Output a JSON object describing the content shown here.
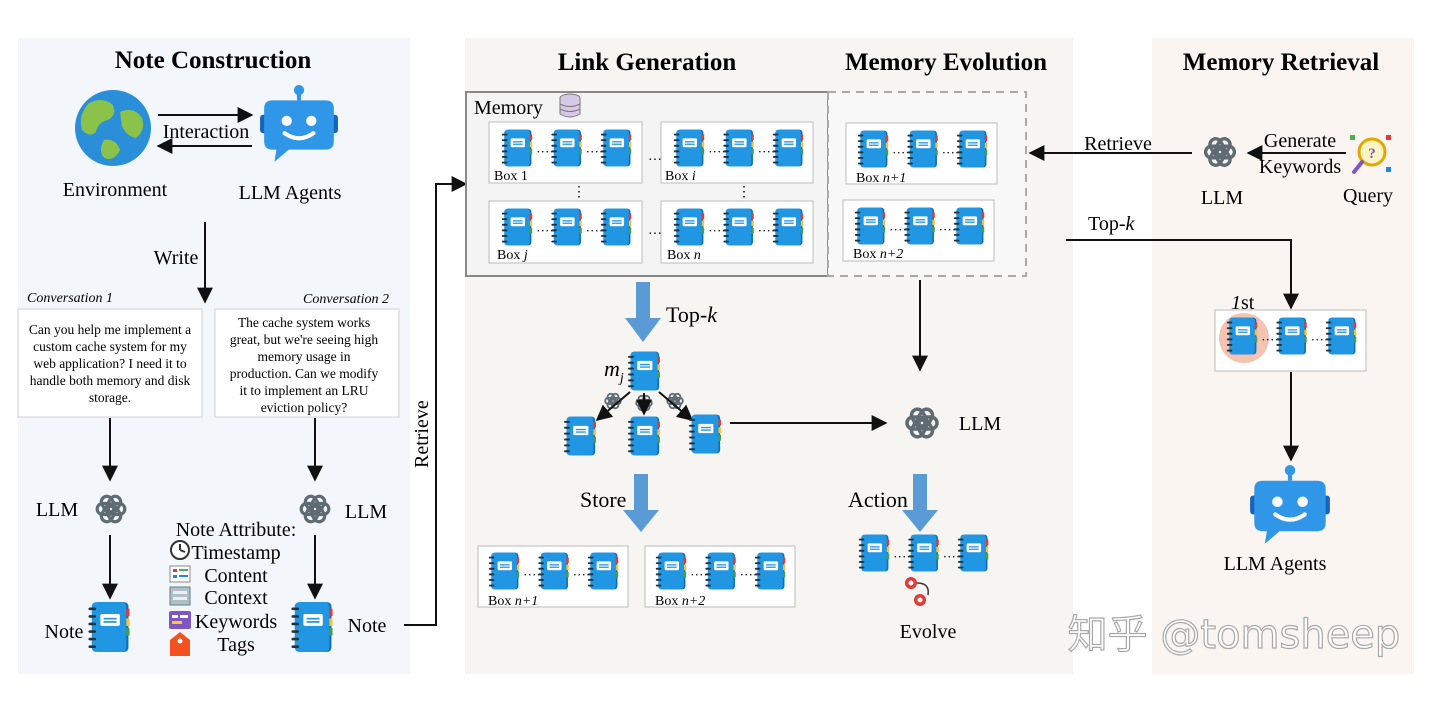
{
  "panels": {
    "note_construction": {
      "title": "Note Construction"
    },
    "link_generation": {
      "title": "Link Generation"
    },
    "memory_evolution": {
      "title": "Memory Evolution"
    },
    "memory_retrieval": {
      "title": "Memory Retrieval"
    }
  },
  "note_construction": {
    "interaction_label": "Interaction",
    "environment_label": "Environment",
    "agents_label": "LLM Agents",
    "write_label": "Write",
    "conversation_1": {
      "title": "Conversation 1",
      "lines": [
        "Can you help me implement a",
        "custom cache system for my",
        "web application? I need it to",
        "handle both memory and disk",
        "storage."
      ]
    },
    "conversation_2": {
      "title": "Conversation 2",
      "lines": [
        "The cache system works",
        "great, but we're seeing high",
        "memory usage in",
        "production. Can we modify",
        "it to implement an LRU",
        "eviction policy?"
      ]
    },
    "llm_left_label": "LLM",
    "llm_right_label": "LLM",
    "note_left_label": "Note",
    "note_right_label": "Note",
    "attributes": {
      "title": "Note Attribute:",
      "items": [
        "Timestamp",
        "Content",
        "Context",
        "Keywords",
        "Tags"
      ]
    }
  },
  "link_generation": {
    "retrieve_label": "Retrieve",
    "memory_label": "Memory",
    "boxes": {
      "box1": {
        "name": "Box ",
        "index": "1"
      },
      "boxi": {
        "name": "Box ",
        "index": "i"
      },
      "boxj": {
        "name": "Box ",
        "index": "j"
      },
      "boxn": {
        "name": "Box ",
        "index": "n"
      }
    },
    "topk_label_prefix": "Top-",
    "topk_label_k": "k",
    "mj_label_m": "m",
    "mj_label_sub": "j",
    "store_label": "Store",
    "store_boxes": {
      "boxn1": {
        "name": "Box ",
        "index": "n+1"
      },
      "boxn2": {
        "name": "Box ",
        "index": "n+2"
      }
    }
  },
  "memory_evolution": {
    "boxes": {
      "boxn1": {
        "name": "Box ",
        "index": "n+1"
      },
      "boxn2": {
        "name": "Box ",
        "index": "n+2"
      }
    },
    "llm_label": "LLM",
    "action_label": "Action",
    "evolve_label": "Evolve"
  },
  "memory_retrieval": {
    "retrieve_label": "Retrieve",
    "generate_label": "Generate",
    "keywords_label": "Keywords",
    "llm_label": "LLM",
    "query_label": "Query",
    "topk_prefix": "Top-",
    "topk_k": "k",
    "first_label_num": "1",
    "first_label_suffix": "st",
    "agents_label": "LLM Agents"
  },
  "watermark": "知乎 @tomsheep",
  "colors": {
    "note_blue": "#2196e3",
    "note_dark": "#0f6fb5",
    "agent_blue": "#2f96e8",
    "earth_blue": "#2a8fd8",
    "earth_green": "#8bc34a",
    "panel_left_bg": "#f3f6fa",
    "panel_mid_bg": "#f6f5f2",
    "panel_right_bg": "#fbf5f2",
    "highlight": "#f3b9a4"
  }
}
